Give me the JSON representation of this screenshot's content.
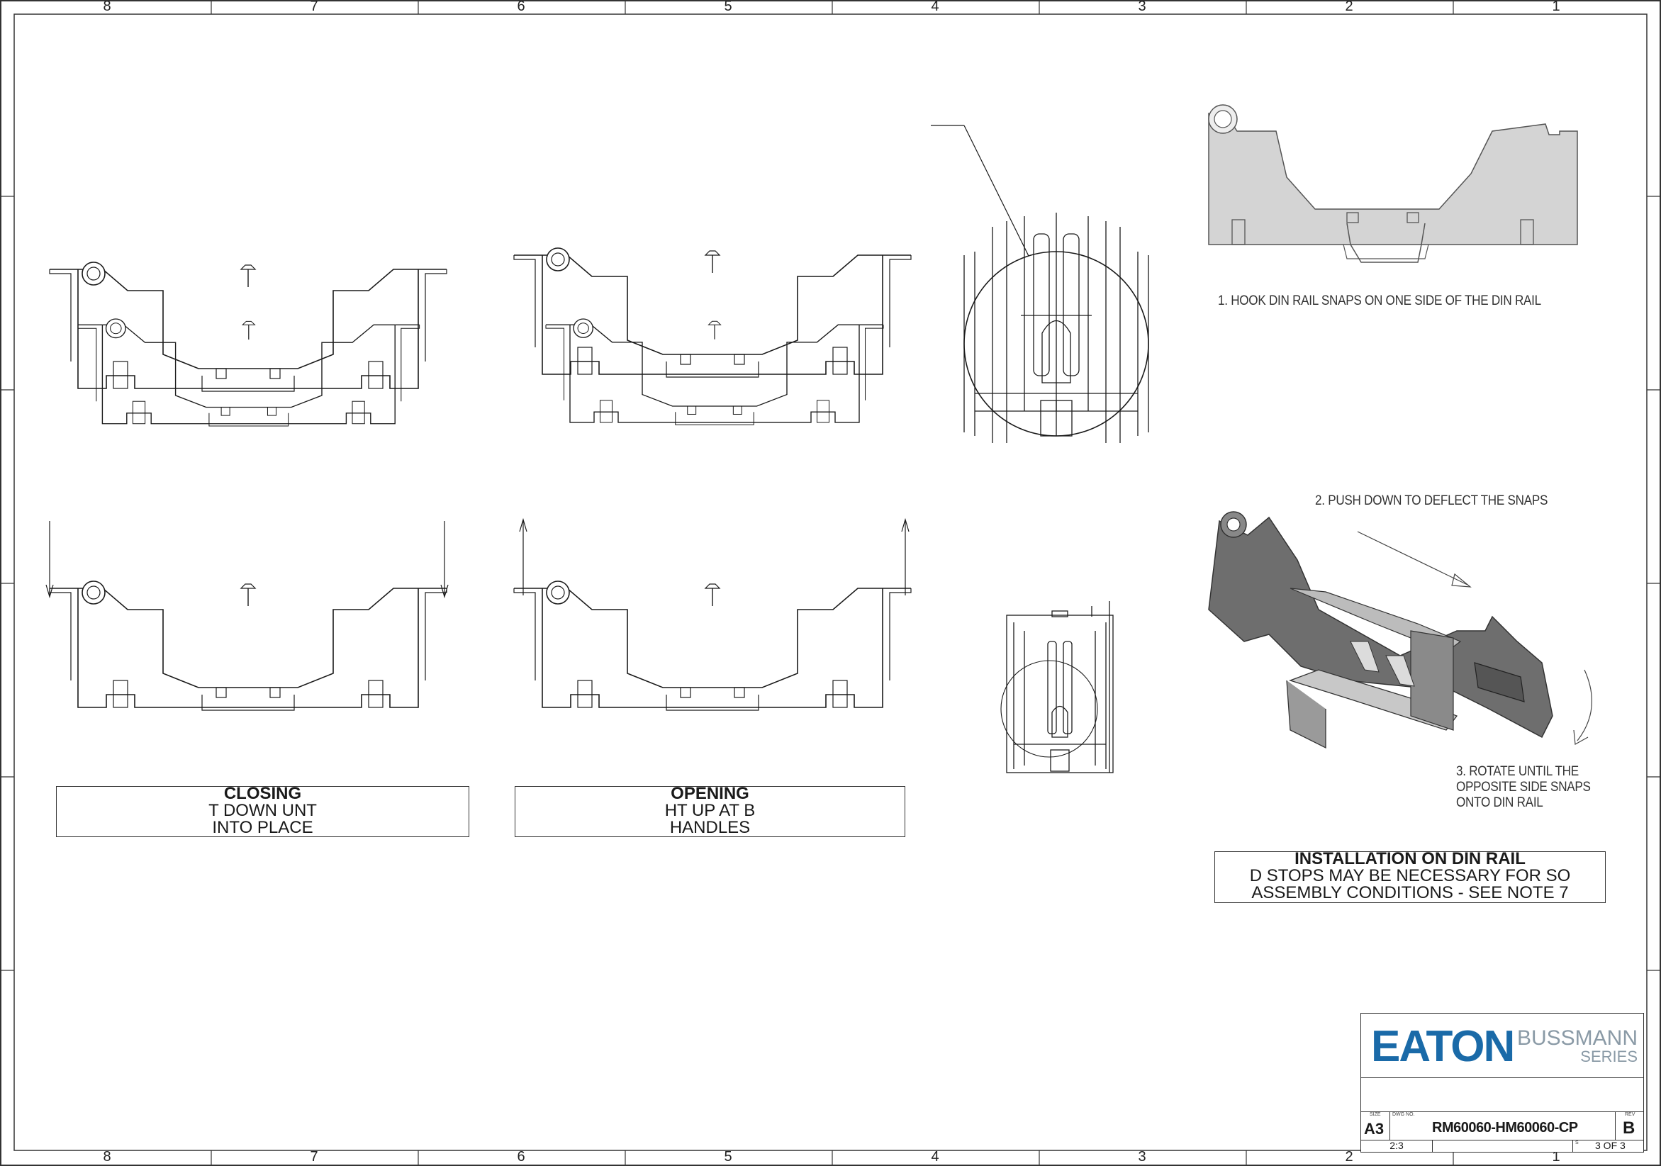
{
  "zones": {
    "columns": [
      "8",
      "7",
      "6",
      "5",
      "4",
      "3",
      "2",
      "1"
    ]
  },
  "notes": {
    "closing": {
      "title": "CLOSING",
      "line1": "T DOWN UNT",
      "line2": "INTO PLACE"
    },
    "opening": {
      "title": "OPENING",
      "line1": "HT UP AT B",
      "line2": "HANDLES"
    },
    "installation": {
      "title": "INSTALLATION ON DIN RAIL",
      "line1": "D STOPS MAY BE NECESSARY FOR SO",
      "line2": "ASSEMBLY CONDITIONS - SEE NOTE 7"
    }
  },
  "callouts": {
    "step1": "1. HOOK DIN RAIL SNAPS ON ONE SIDE OF THE DIN RAIL",
    "step2": "2. PUSH DOWN TO DEFLECT THE SNAPS",
    "step3_line1": "3. ROTATE UNTIL THE",
    "step3_line2": "OPPOSITE SIDE SNAPS",
    "step3_line3": "ONTO DIN RAIL"
  },
  "title_block": {
    "brand": "EATON",
    "brand_sub1": "BUSSMANN",
    "brand_sub2": "SERIES",
    "size_label": "SIZE",
    "size": "A3",
    "dwg_no_label": "DWG NO.",
    "dwg_no": "RM60060-HM60060-CP",
    "rev_label": "REV",
    "rev": "B",
    "scale": "2:3",
    "sheet_label": "S",
    "sheet": "3 OF 3"
  },
  "colors": {
    "brand_blue": "#1a6aa8",
    "line": "#1a1a1a",
    "part_fill_light": "#d4d4d4",
    "part_fill_dark": "#6e6e6e"
  }
}
